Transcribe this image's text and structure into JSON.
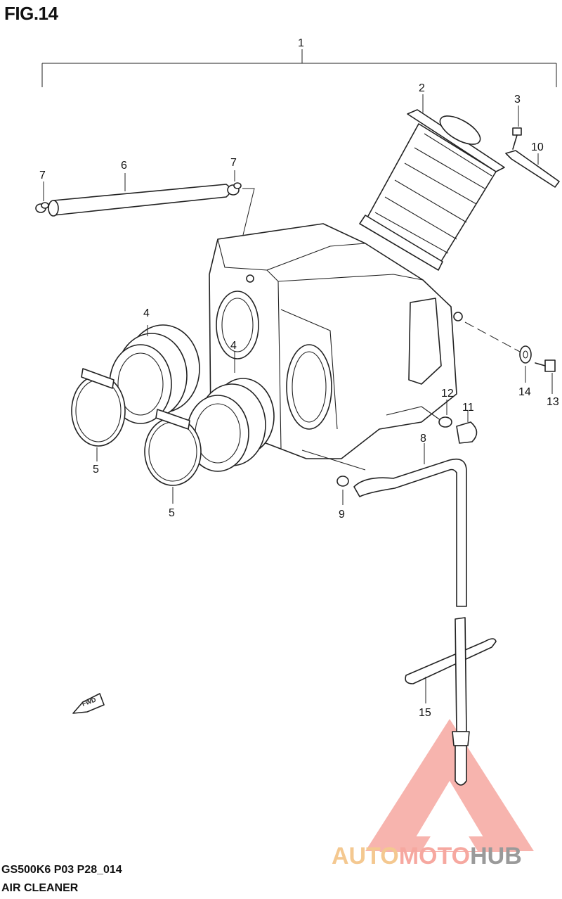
{
  "figure": {
    "title": "FIG.14",
    "code": "GS500K6 P03 P28_014",
    "name": "AIR CLEANER",
    "direction_label": "FWD"
  },
  "callouts": [
    "1",
    "2",
    "3",
    "4",
    "4",
    "5",
    "5",
    "6",
    "7",
    "7",
    "8",
    "9",
    "10",
    "11",
    "12",
    "13",
    "14",
    "15"
  ],
  "watermark": {
    "part1": "AUTO",
    "part2": "MOTO",
    "part3": "HUB",
    "color_primary": "#f6a8a0",
    "color_accent": "#f4c890",
    "color_dark": "#9a9a9a"
  },
  "icons": [
    "fwd-arrow-icon",
    "watermark-triangle-logo"
  ]
}
